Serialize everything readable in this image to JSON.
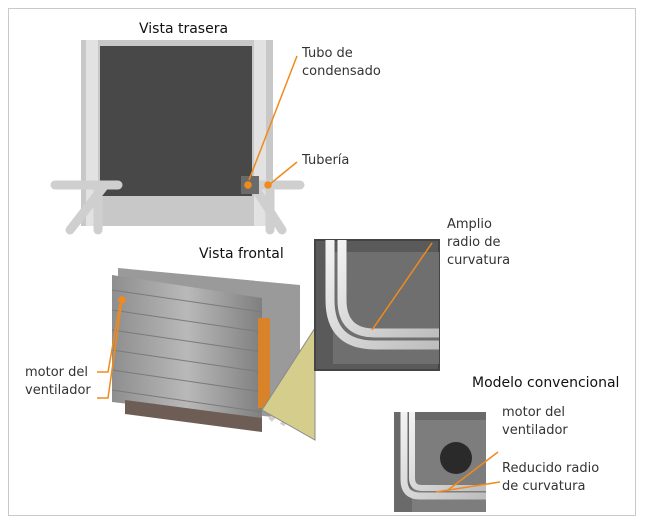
{
  "labels": {
    "rear_view": "Vista trasera",
    "condensate_tube_line1": "Tubo de",
    "condensate_tube_line2": "condensado",
    "piping": "Tubería",
    "front_view": "Vista frontal",
    "wide_radius_line1": "Amplio",
    "wide_radius_line2": "radio de",
    "wide_radius_line3": "curvatura",
    "fan_motor_left_line1": "motor del",
    "fan_motor_left_line2": "ventilador",
    "conventional_model": "Modelo convencional",
    "fan_motor_right_line1": "motor del",
    "fan_motor_right_line2": "ventilador",
    "reduced_radius_line1": "Reducido radio",
    "reduced_radius_line2": "de curvatura"
  },
  "colors": {
    "leader": "#f08a1c",
    "frame": "#c9c9c9",
    "unit_dark": "#4a4a4a",
    "pipe": "#cfcfcf"
  }
}
